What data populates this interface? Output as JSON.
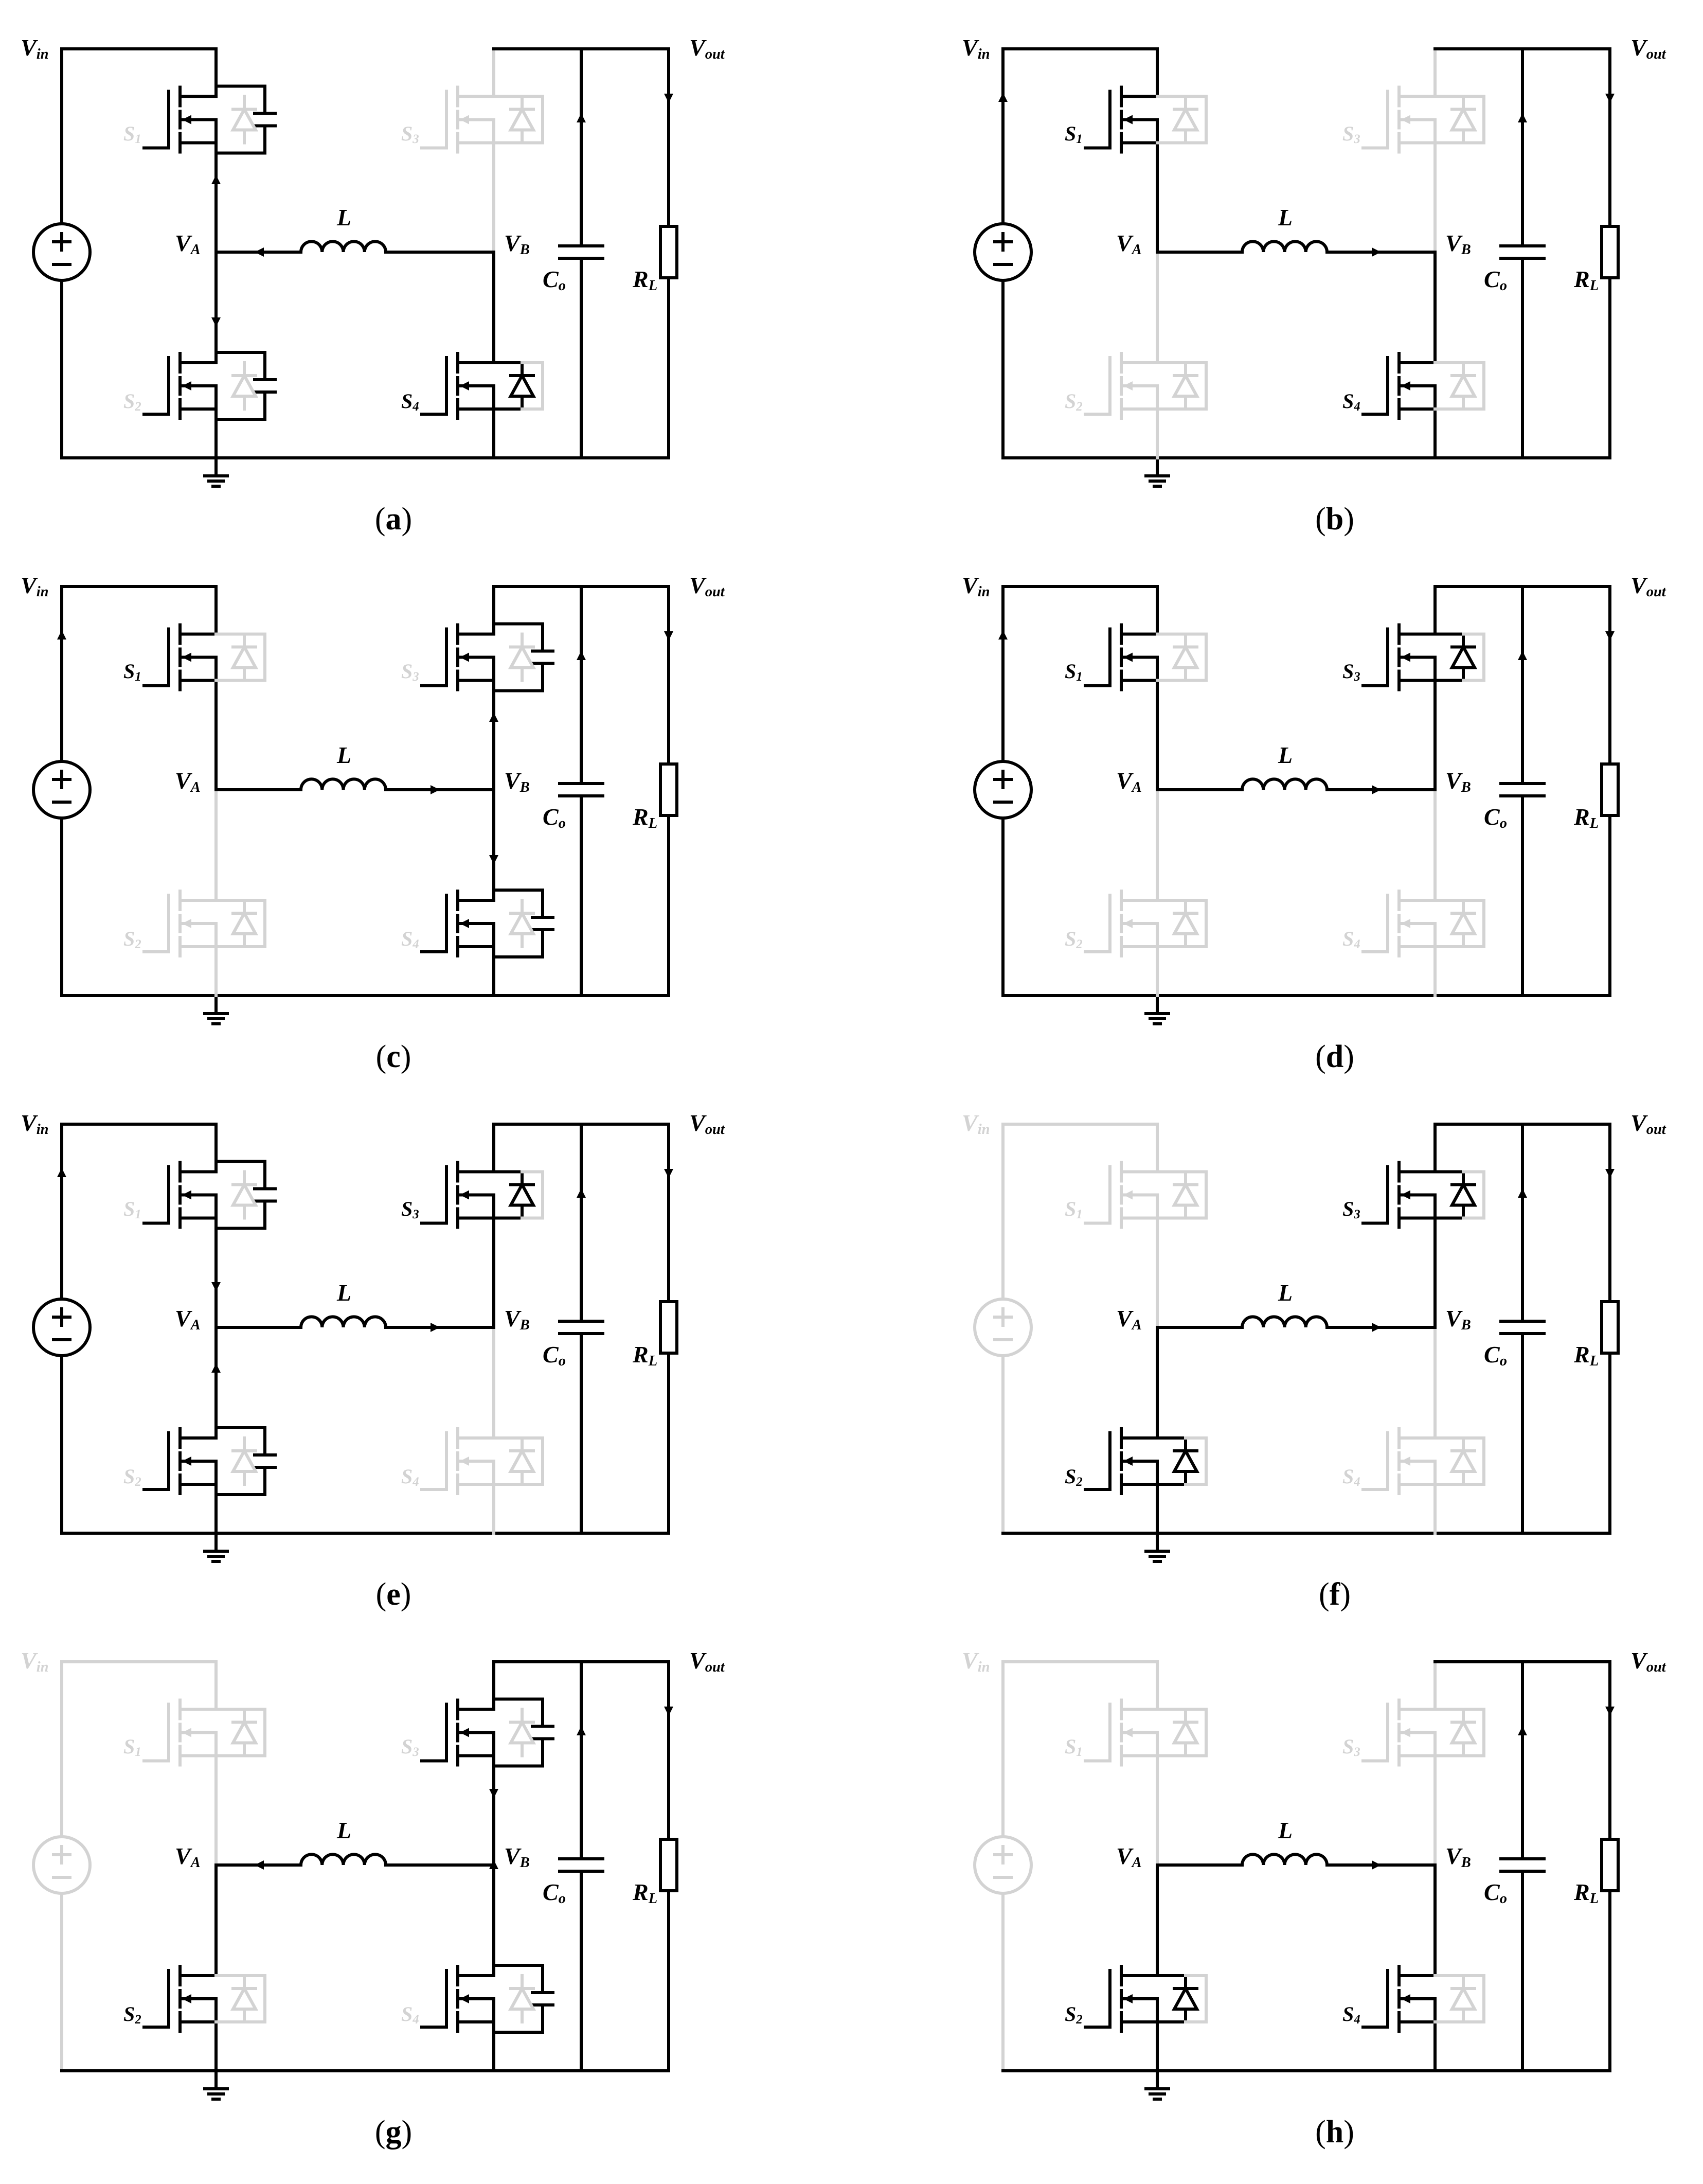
{
  "nodes": {
    "vin": {
      "main": "V",
      "sub": "in"
    },
    "vout": {
      "main": "V",
      "sub": "out"
    },
    "va": {
      "main": "V",
      "sub": "A"
    },
    "vb": {
      "main": "V",
      "sub": "B"
    },
    "co": {
      "main": "C",
      "sub": "o"
    },
    "rl": {
      "main": "R",
      "sub": "L"
    },
    "inductor": "L"
  },
  "switches": {
    "s1": {
      "main": "S",
      "sub": "1"
    },
    "s2": {
      "main": "S",
      "sub": "2"
    },
    "s3": {
      "main": "S",
      "sub": "3"
    },
    "s4": {
      "main": "S",
      "sub": "4"
    }
  },
  "panels": [
    {
      "id": "a",
      "caption": "a",
      "source_active": true,
      "on": [
        "s4"
      ],
      "diode": [
        "s4"
      ],
      "cap": [
        "s1",
        "s2"
      ],
      "inductor_dir": "left"
    },
    {
      "id": "b",
      "caption": "b",
      "source_active": true,
      "on": [
        "s1",
        "s4"
      ],
      "diode": [],
      "cap": [],
      "inductor_dir": "right"
    },
    {
      "id": "c",
      "caption": "c",
      "source_active": true,
      "on": [
        "s1"
      ],
      "diode": [],
      "cap": [
        "s3",
        "s4"
      ],
      "inductor_dir": "right"
    },
    {
      "id": "d",
      "caption": "d",
      "source_active": true,
      "on": [
        "s1",
        "s3"
      ],
      "diode": [
        "s3"
      ],
      "cap": [],
      "inductor_dir": "right"
    },
    {
      "id": "e",
      "caption": "e",
      "source_active": true,
      "on": [
        "s3"
      ],
      "diode": [
        "s3"
      ],
      "cap": [
        "s1",
        "s2"
      ],
      "inductor_dir": "right"
    },
    {
      "id": "f",
      "caption": "f",
      "source_active": false,
      "on": [
        "s2",
        "s3"
      ],
      "diode": [
        "s2",
        "s3"
      ],
      "cap": [],
      "inductor_dir": "right"
    },
    {
      "id": "g",
      "caption": "g",
      "source_active": false,
      "on": [
        "s2"
      ],
      "diode": [],
      "cap": [
        "s3",
        "s4"
      ],
      "inductor_dir": "left"
    },
    {
      "id": "h",
      "caption": "h",
      "source_active": false,
      "on": [
        "s2",
        "s4"
      ],
      "diode": [
        "s2"
      ],
      "cap": [],
      "inductor_dir": "right"
    }
  ],
  "colors": {
    "active": "#000000",
    "inactive": "#d3d3d3"
  }
}
